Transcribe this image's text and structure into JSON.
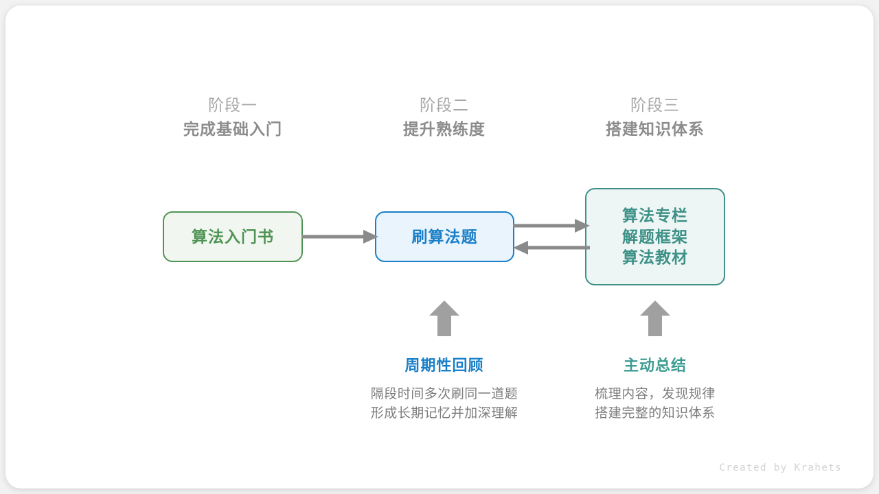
{
  "canvas": {
    "background": "#f2f2f2",
    "card_background": "#ffffff"
  },
  "colors": {
    "green": "#4f9455",
    "blue": "#1a7fc8",
    "teal": "#3d9187",
    "teal_text": "#3d9d92",
    "arrow_gray": "#8a8a8a",
    "stage_index_gray": "#a8a8a8",
    "stage_title_gray": "#8c8c8c",
    "body_gray": "#7d7d7d",
    "credit_gray": "#d3d3d3"
  },
  "stages": [
    {
      "index": "阶段一",
      "title": "完成基础入门"
    },
    {
      "index": "阶段二",
      "title": "提升熟练度"
    },
    {
      "index": "阶段三",
      "title": "搭建知识体系"
    }
  ],
  "nodes": {
    "book": {
      "lines": [
        "算法入门书"
      ]
    },
    "practice": {
      "lines": [
        "刷算法题"
      ]
    },
    "systems": {
      "lines": [
        "算法专栏",
        "解题框架",
        "算法教材"
      ]
    }
  },
  "connectors": [
    {
      "name": "book-to-practice",
      "direction": "right"
    },
    {
      "name": "practice-to-systems",
      "direction": "right"
    },
    {
      "name": "systems-to-practice",
      "direction": "left"
    }
  ],
  "notes": [
    {
      "title": "周期性回顾",
      "accent": "blue",
      "body": [
        "隔段时间多次刷同一道题",
        "形成长期记忆并加深理解"
      ]
    },
    {
      "title": "主动总结",
      "accent": "teal",
      "body": [
        "梳理内容，发现规律",
        "搭建完整的知识体系"
      ]
    }
  ],
  "credit": "Created by Krahets"
}
